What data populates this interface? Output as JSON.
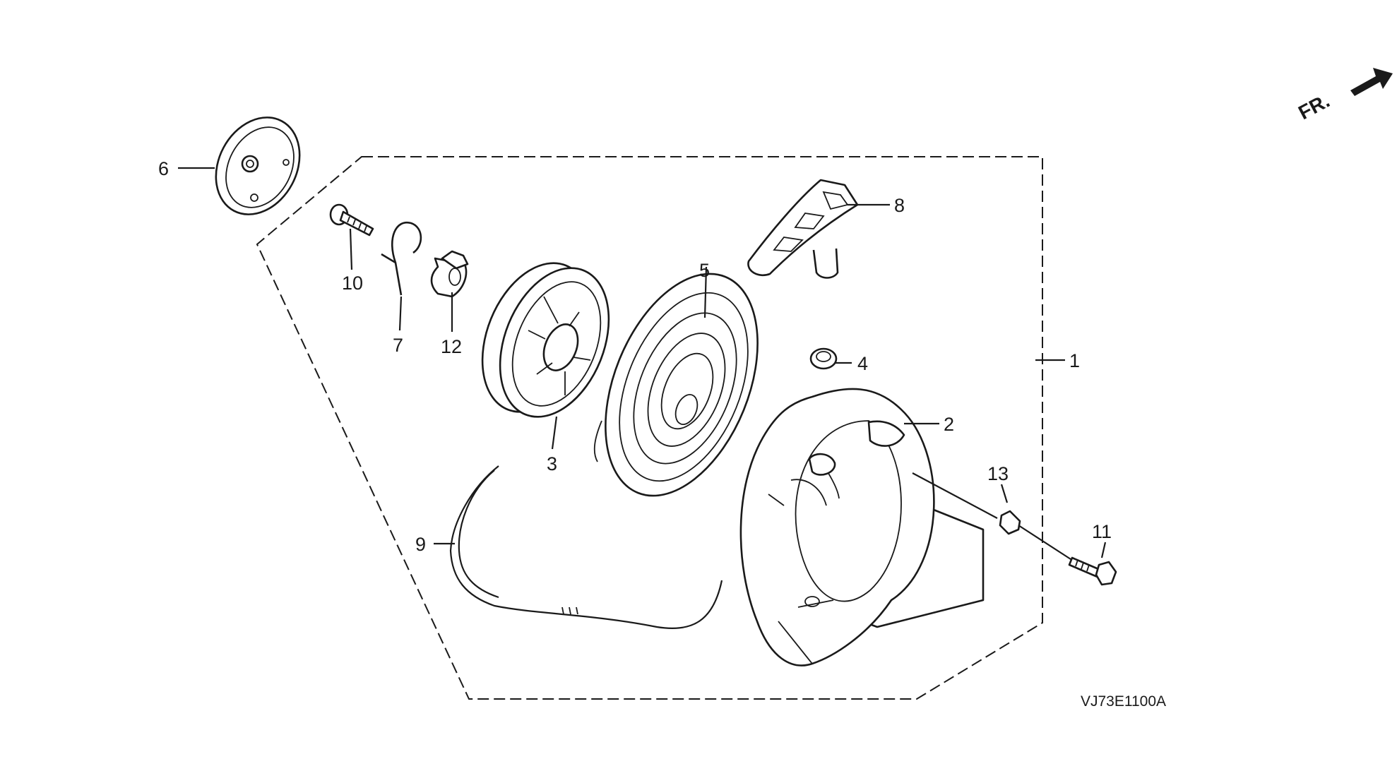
{
  "drawing_code": "VJ73E1100A",
  "front_marker": "FR.",
  "callouts": [
    {
      "id": "c1",
      "label": "1"
    },
    {
      "id": "c2",
      "label": "2"
    },
    {
      "id": "c3",
      "label": "3"
    },
    {
      "id": "c4",
      "label": "4"
    },
    {
      "id": "c5",
      "label": "5"
    },
    {
      "id": "c6",
      "label": "6"
    },
    {
      "id": "c7",
      "label": "7"
    },
    {
      "id": "c8",
      "label": "8"
    },
    {
      "id": "c9",
      "label": "9"
    },
    {
      "id": "c10",
      "label": "10"
    },
    {
      "id": "c11",
      "label": "11"
    },
    {
      "id": "c12",
      "label": "12"
    },
    {
      "id": "c13",
      "label": "13"
    }
  ]
}
